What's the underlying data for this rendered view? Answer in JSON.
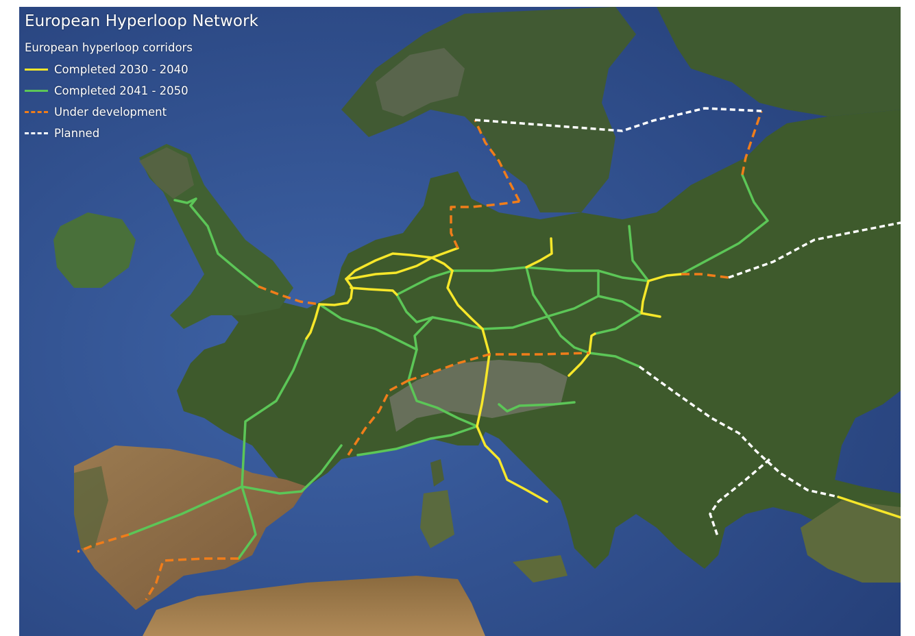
{
  "map": {
    "title": "European Hyperloop Network",
    "legend": {
      "heading": "European hyperloop corridors",
      "items": [
        {
          "label": "Completed 2030 - 2040",
          "color": "#f7e72a",
          "style": "solid"
        },
        {
          "label": "Completed 2041 - 2050",
          "color": "#5cc657",
          "style": "solid"
        },
        {
          "label": "Under development",
          "color": "#f07d1a",
          "style": "dashed"
        },
        {
          "label": "Planned",
          "color": "#ffffff",
          "style": "dashed"
        }
      ]
    },
    "colors": {
      "sea": "#2f4f8c",
      "land": "#3e5a2c",
      "arid_land": "#8a6a44",
      "mountains": "#6b6d5e"
    }
  }
}
